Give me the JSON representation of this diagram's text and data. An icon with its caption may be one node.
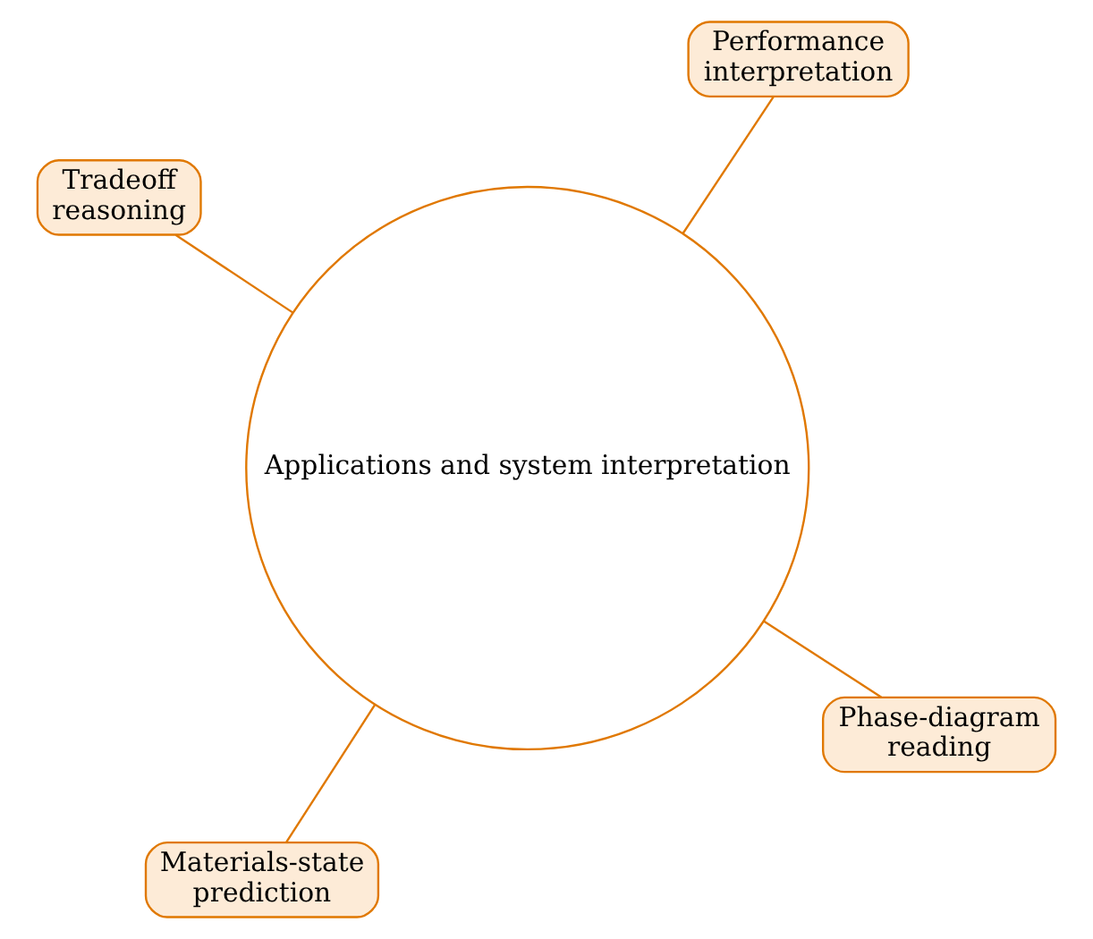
{
  "diagram": {
    "nodes": [
      {
        "text": [
          "Applications and system interpretation"
        ]
      },
      {
        "text": [
          "Phase-diagram reading"
        ]
      },
      {
        "text": [
          "Materials-state prediction"
        ]
      },
      {
        "text": [
          "Tradeoff reasoning"
        ]
      },
      {
        "text": [
          "Performance interpretation"
        ]
      }
    ],
    "edges": [
      {
        "from": 0,
        "to": 1,
        "arrow": "none"
      },
      {
        "from": 0,
        "to": 2,
        "arrow": "none"
      },
      {
        "from": 0,
        "to": 3,
        "arrow": "none"
      },
      {
        "from": 0,
        "to": 4,
        "arrow": "none"
      }
    ]
  }
}
